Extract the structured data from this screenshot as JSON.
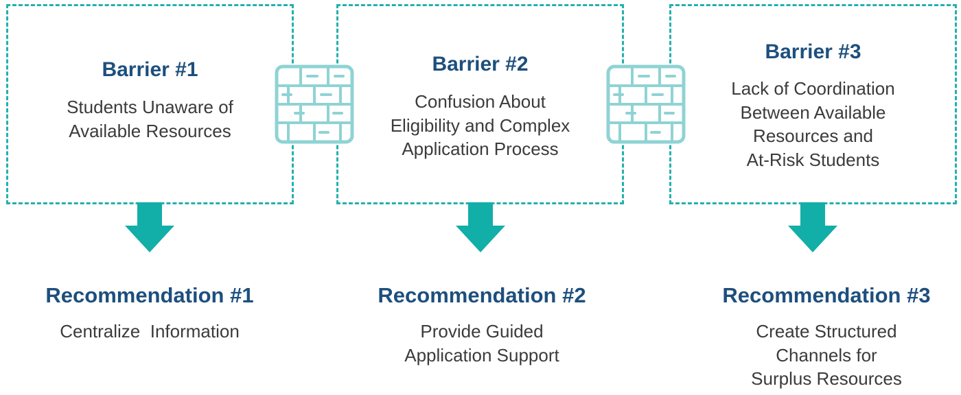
{
  "barriers": [
    {
      "title": "Barrier #1",
      "lines": [
        "Students Unaware of",
        "Available Resources"
      ]
    },
    {
      "title": "Barrier #2",
      "lines": [
        "Confusion About",
        "Eligibility and Complex",
        "Application Process"
      ]
    },
    {
      "title": "Barrier #3",
      "lines": [
        "Lack of Coordination",
        "Between Available",
        "Resources and",
        "At-Risk Students"
      ]
    }
  ],
  "recommendations": [
    {
      "title": "Recommendation #1",
      "lines": [
        "Centralize  Information"
      ]
    },
    {
      "title": "Recommendation #2",
      "lines": [
        "Provide Guided",
        "Application Support"
      ]
    },
    {
      "title": "Recommendation #3",
      "lines": [
        "Create Structured",
        "Channels for",
        "Surplus Resources"
      ]
    }
  ],
  "icons": [
    "brick-wall-icon",
    "down-arrow-icon"
  ],
  "colors": {
    "accent": "#24b0ad",
    "arrow": "#12aea8",
    "wall": "#8fd3d4",
    "title": "#1d4f7d",
    "text": "#3b3b3b"
  }
}
